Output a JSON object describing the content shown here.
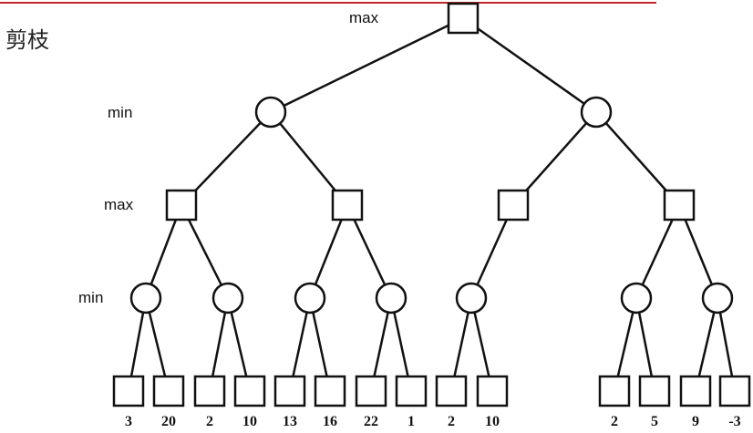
{
  "slide": {
    "title": "剪枝"
  },
  "level_labels": [
    "max",
    "min",
    "max",
    "min"
  ],
  "tree": {
    "children": [
      {
        "children": [
          {
            "children": [
              {
                "children": [
                  {
                    "value": "3"
                  },
                  {
                    "value": "20"
                  }
                ]
              },
              {
                "children": [
                  {
                    "value": "2"
                  },
                  {
                    "value": "10"
                  }
                ]
              }
            ]
          },
          {
            "children": [
              {
                "children": [
                  {
                    "value": "13"
                  },
                  {
                    "value": "16"
                  }
                ]
              },
              {
                "children": [
                  {
                    "value": "22"
                  },
                  {
                    "value": "1"
                  }
                ]
              }
            ]
          }
        ]
      },
      {
        "children": [
          {
            "children": [
              {
                "children": [
                  {
                    "value": "2"
                  },
                  {
                    "value": "10"
                  }
                ]
              }
            ]
          },
          {
            "children": [
              {
                "children": [
                  {
                    "value": "2"
                  },
                  {
                    "value": "5"
                  }
                ]
              },
              {
                "children": [
                  {
                    "value": "9"
                  },
                  {
                    "value": "-3"
                  }
                ]
              }
            ]
          }
        ]
      }
    ]
  }
}
